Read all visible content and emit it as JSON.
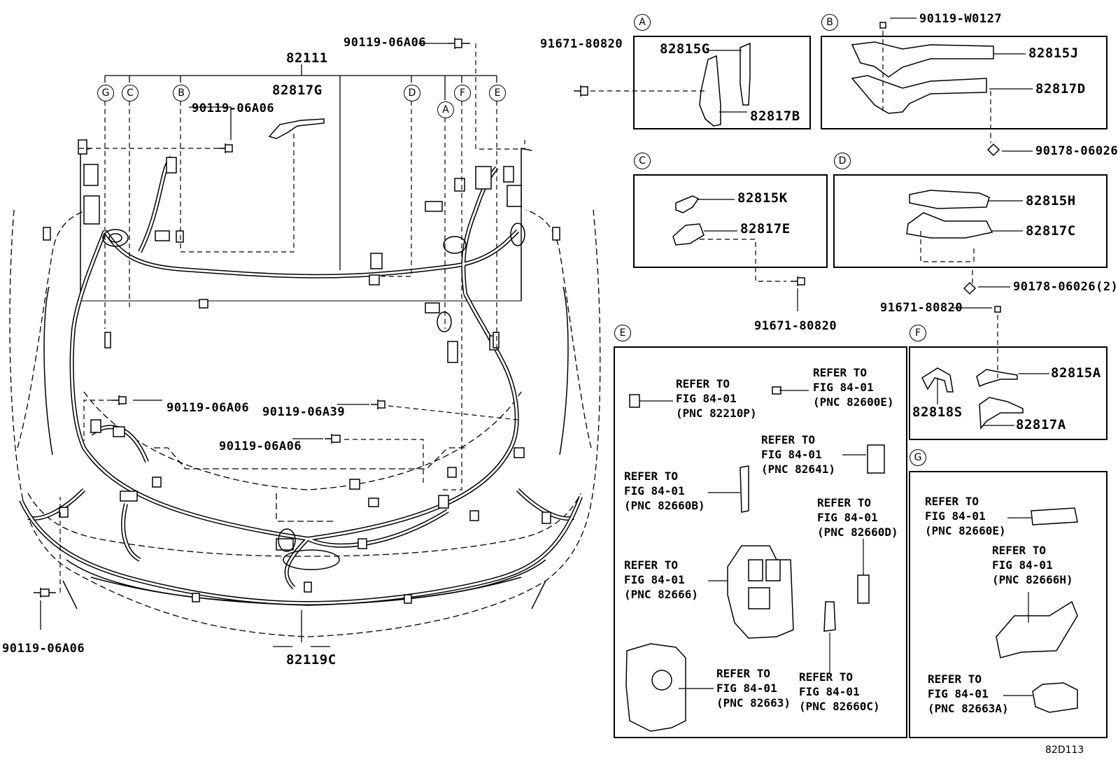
{
  "figure_code": "82D113",
  "harness": {
    "main_part": "82111",
    "front_part": "82119C",
    "bracket_part": "82817G"
  },
  "callouts": {
    "letters": [
      "G",
      "C",
      "B",
      "D",
      "A",
      "F",
      "E"
    ]
  },
  "fasteners": {
    "top_bolt": "90119-06A06",
    "left_bolt": "90119-06A06",
    "mid_left_bolt": "90119-06A06",
    "mid_bolt_a39": "90119-06A39",
    "center_bolt": "90119-06A06",
    "bottom_left_bolt": "90119-06A06",
    "bolt_91671_a": "91671-80820",
    "bolt_91671_c": "91671-80820",
    "bolt_91671_f": "91671-80820",
    "bolt_b": "90119-W0127",
    "clip_b": "90178-06026",
    "clip_d": "90178-06026(2)"
  },
  "detail_boxes": {
    "A": {
      "letter": "A",
      "parts": [
        "82815G",
        "82817B"
      ]
    },
    "B": {
      "letter": "B",
      "parts": [
        "82815J",
        "82817D"
      ]
    },
    "C": {
      "letter": "C",
      "parts": [
        "82815K",
        "82817E"
      ]
    },
    "D": {
      "letter": "D",
      "parts": [
        "82815H",
        "82817C"
      ]
    },
    "E": {
      "letter": "E",
      "refs": [
        {
          "l1": "REFER TO",
          "l2": "FIG 84-01",
          "l3": "(PNC 82210P)"
        },
        {
          "l1": "REFER TO",
          "l2": "FIG 84-01",
          "l3": "(PNC 82600E)"
        },
        {
          "l1": "REFER TO",
          "l2": "FIG 84-01",
          "l3": "(PNC 82641)"
        },
        {
          "l1": "REFER TO",
          "l2": "FIG 84-01",
          "l3": "(PNC 82660B)"
        },
        {
          "l1": "REFER TO",
          "l2": "FIG 84-01",
          "l3": "(PNC 82660D)"
        },
        {
          "l1": "REFER TO",
          "l2": "FIG 84-01",
          "l3": "(PNC 82666)"
        },
        {
          "l1": "REFER TO",
          "l2": "FIG 84-01",
          "l3": "(PNC 82663)"
        },
        {
          "l1": "REFER TO",
          "l2": "FIG 84-01",
          "l3": "(PNC 82660C)"
        }
      ]
    },
    "F": {
      "letter": "F",
      "parts": [
        "82815A",
        "82818S",
        "82817A"
      ]
    },
    "G": {
      "letter": "G",
      "refs": [
        {
          "l1": "REFER TO",
          "l2": "FIG 84-01",
          "l3": "(PNC 82660E)"
        },
        {
          "l1": "REFER TO",
          "l2": "FIG 84-01",
          "l3": "(PNC 82666H)"
        },
        {
          "l1": "REFER TO",
          "l2": "FIG 84-01",
          "l3": "(PNC 82663A)"
        }
      ]
    }
  }
}
